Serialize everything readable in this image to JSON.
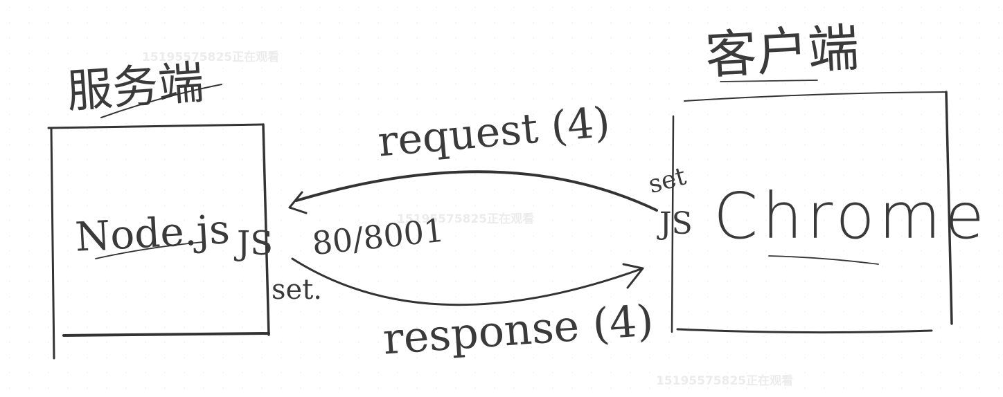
{
  "server": {
    "heading": "服务端",
    "box_label": "Node.js",
    "port_label": "JS",
    "set_label": "set."
  },
  "client": {
    "heading": "客户端",
    "box_label": "Chrome",
    "port_label": "JS",
    "set_label": "set"
  },
  "connection": {
    "request_label": "request (4)",
    "response_label": "response (4)",
    "port_label": "80/8001"
  },
  "watermarks": [
    "15195575825正在观看",
    "15195575825正在观看",
    "15195575825正在观看"
  ],
  "colors": {
    "ink": "#333333",
    "watermark": "#ececec",
    "background": "#ffffff"
  }
}
